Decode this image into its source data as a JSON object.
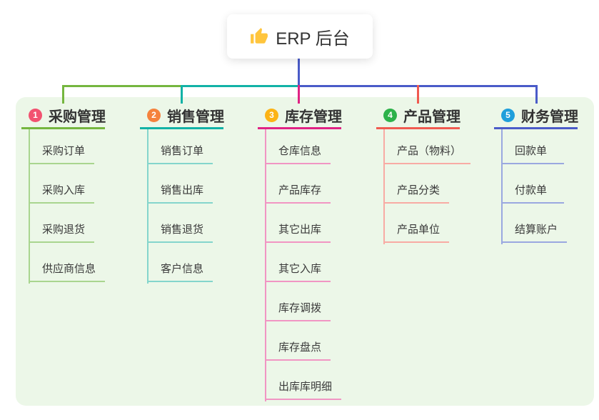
{
  "root": {
    "label": "ERP 后台",
    "icon": "thumbs-up-icon",
    "icon_color": "#FFC53D"
  },
  "canvas": {
    "background": "#ffffff",
    "panel_color": "#ECF7E8",
    "stem_color": "#4A5BC8"
  },
  "branches": [
    {
      "num": "1",
      "title": "采购管理",
      "badge_color": "#F25270",
      "line_color": "#75B63F",
      "child_line_color": "#A9D58F",
      "children": [
        "采购订单",
        "采购入库",
        "采购退货",
        "供应商信息"
      ]
    },
    {
      "num": "2",
      "title": "销售管理",
      "badge_color": "#F5823D",
      "line_color": "#12B2A6",
      "child_line_color": "#84D5CC",
      "children": [
        "销售订单",
        "销售出库",
        "销售退货",
        "客户信息"
      ]
    },
    {
      "num": "3",
      "title": "库存管理",
      "badge_color": "#FCB315",
      "line_color": "#E02384",
      "child_line_color": "#F195C3",
      "children": [
        "仓库信息",
        "产品库存",
        "其它出库",
        "其它入库",
        "库存调拨",
        "库存盘点",
        "出库库明细"
      ]
    },
    {
      "num": "4",
      "title": "产品管理",
      "badge_color": "#2DB24A",
      "line_color": "#F05A50",
      "child_line_color": "#F8ABA4",
      "children": [
        "产品（物料）",
        "产品分类",
        "产品单位"
      ]
    },
    {
      "num": "5",
      "title": "财务管理",
      "badge_color": "#1F9FDB",
      "line_color": "#4A5BC8",
      "child_line_color": "#9AA8E0",
      "children": [
        "回款单",
        "付款单",
        "结算账户"
      ]
    }
  ]
}
